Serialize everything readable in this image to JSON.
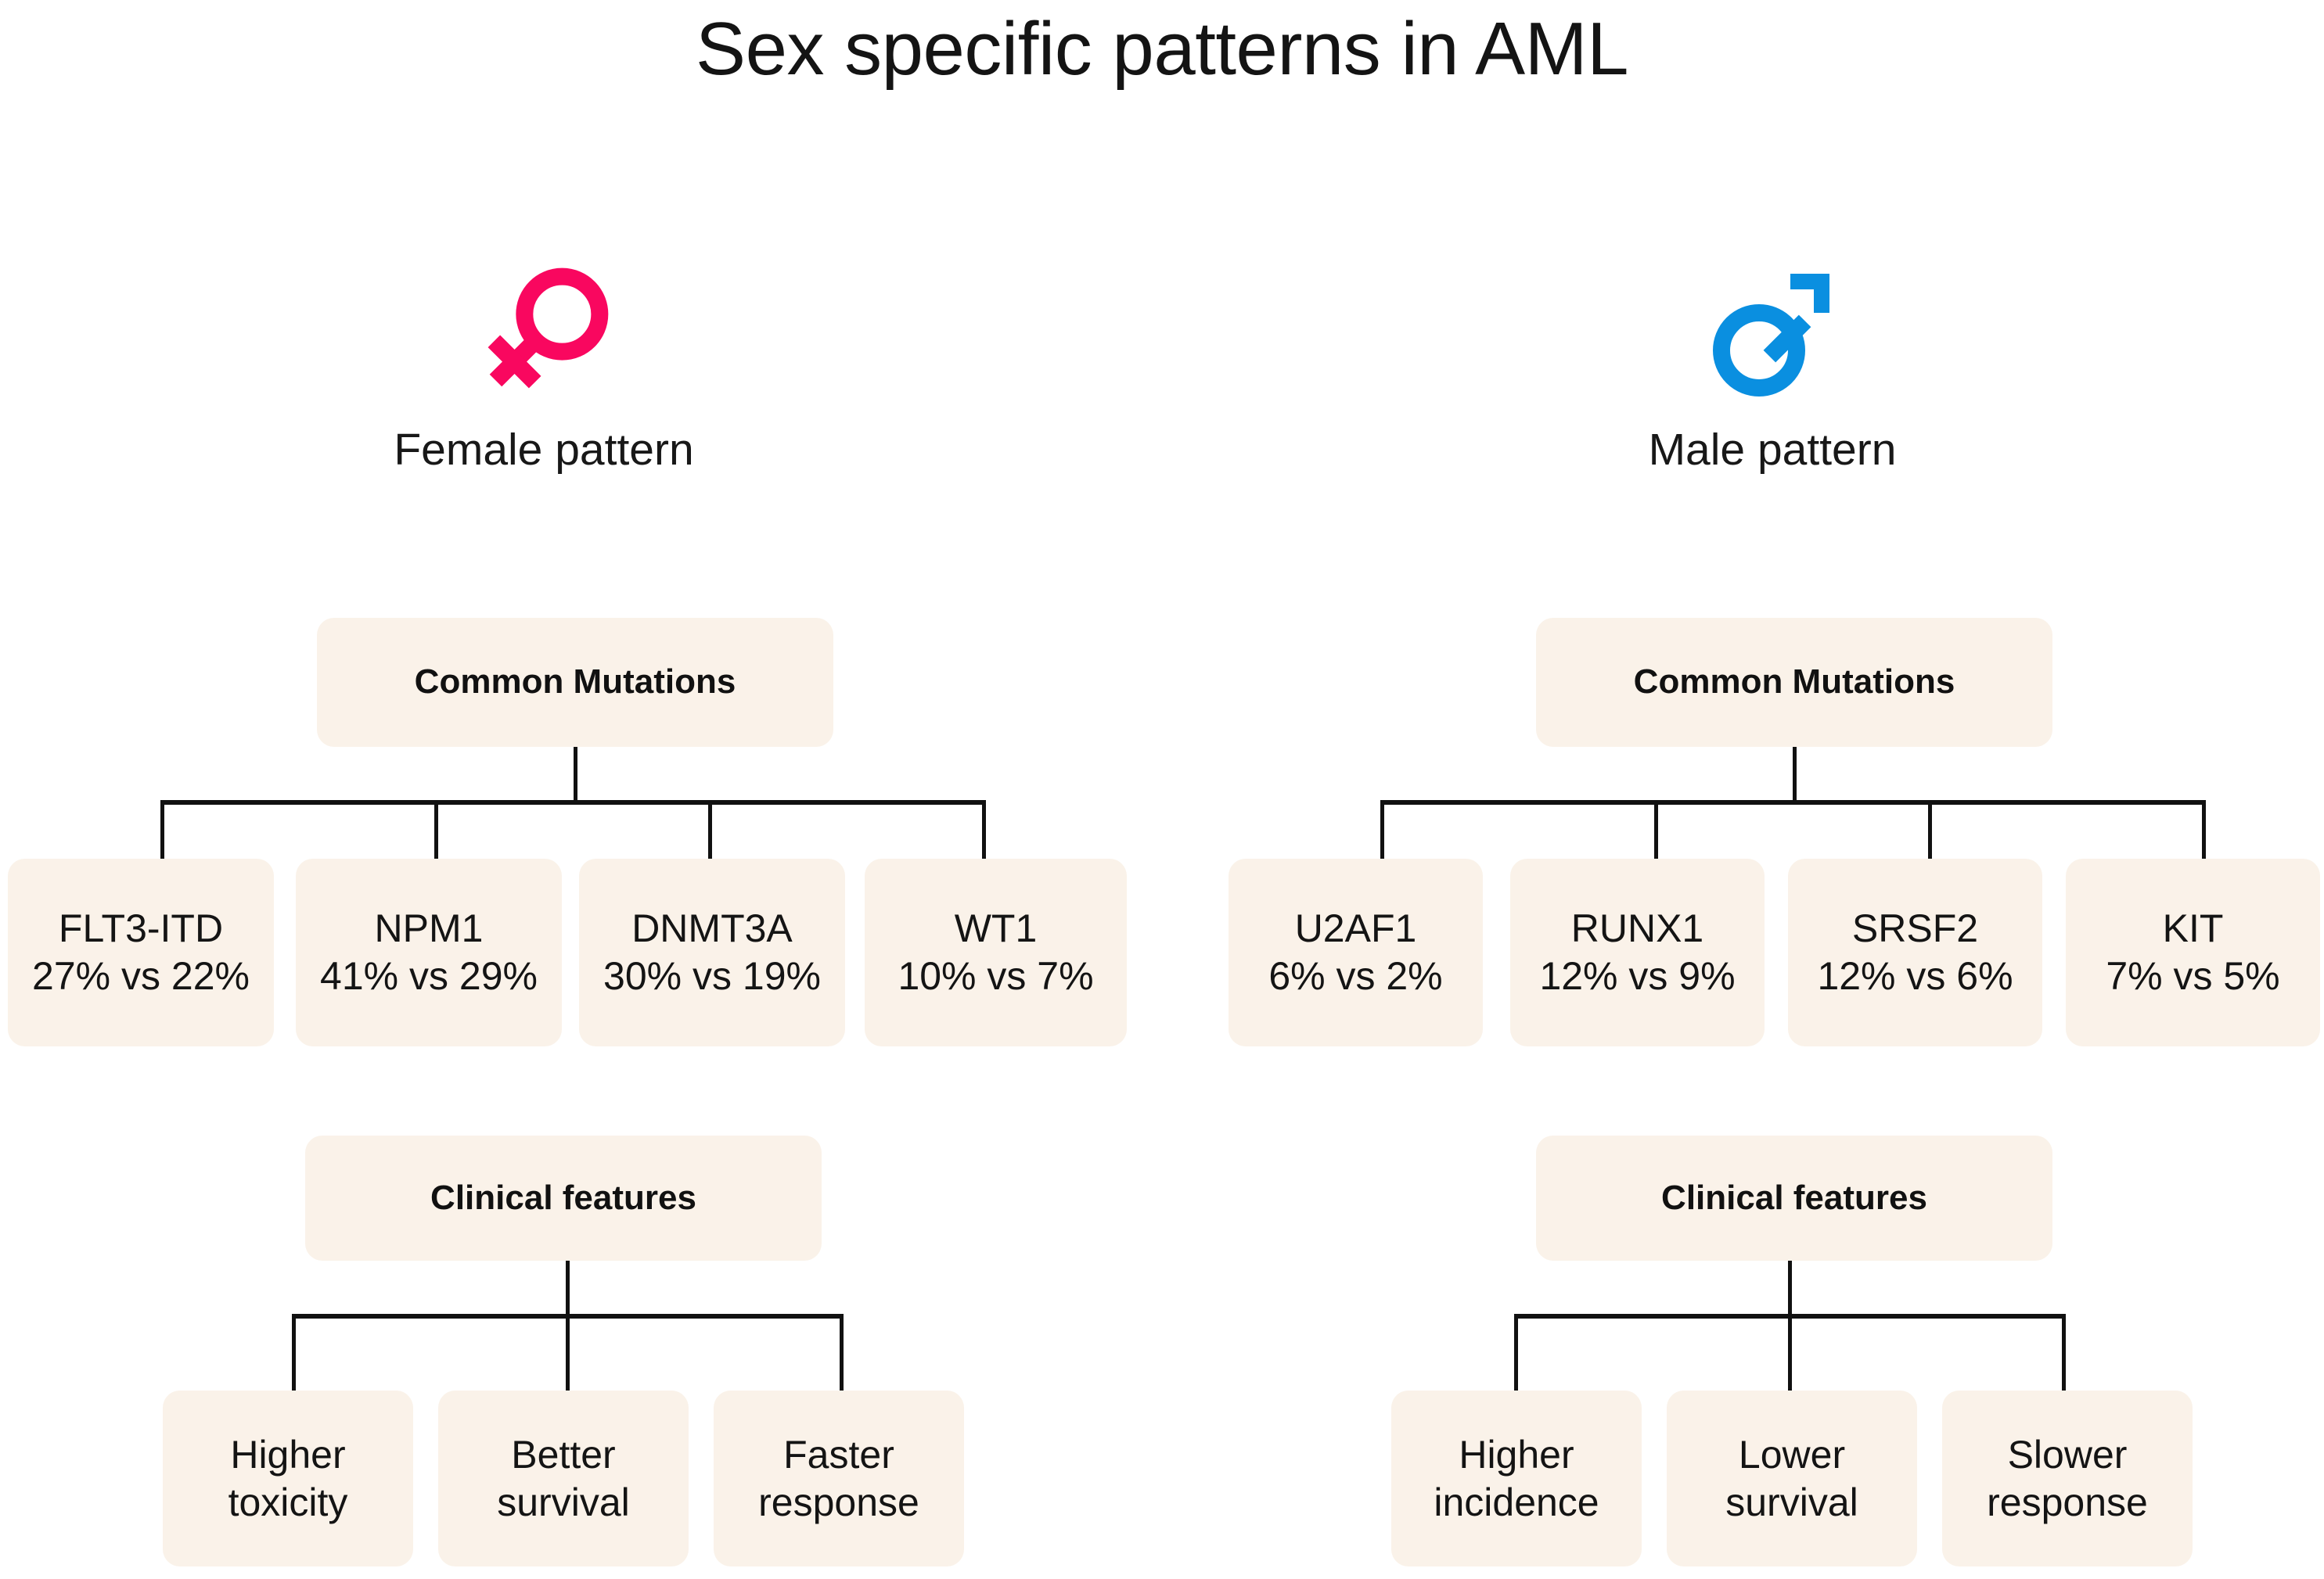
{
  "title": "Sex specific patterns in AML",
  "colors": {
    "female_symbol": "#F9075F",
    "male_symbol": "#0A8FE0",
    "node_fill": "#FAF2E9",
    "connector": "#111111",
    "background": "#FFFFFF",
    "text": "#141414"
  },
  "panels": {
    "female": {
      "symbol_icon": "venus-icon",
      "caption": "Female pattern",
      "mutations": {
        "header": "Common Mutations",
        "items": [
          {
            "gene": "FLT3-ITD",
            "comparison": "27% vs 22%"
          },
          {
            "gene": "NPM1",
            "comparison": "41% vs 29%"
          },
          {
            "gene": "DNMT3A",
            "comparison": "30% vs 19%"
          },
          {
            "gene": "WT1",
            "comparison": "10% vs 7%"
          }
        ]
      },
      "clinical": {
        "header": "Clinical features",
        "items": [
          {
            "line1": "Higher",
            "line2": "toxicity"
          },
          {
            "line1": "Better",
            "line2": "survival"
          },
          {
            "line1": "Faster",
            "line2": "response"
          }
        ]
      }
    },
    "male": {
      "symbol_icon": "mars-icon",
      "caption": "Male pattern",
      "mutations": {
        "header": "Common Mutations",
        "items": [
          {
            "gene": "U2AF1",
            "comparison": "6% vs 2%"
          },
          {
            "gene": "RUNX1",
            "comparison": "12% vs 9%"
          },
          {
            "gene": "SRSF2",
            "comparison": "12% vs 6%"
          },
          {
            "gene": "KIT",
            "comparison": "7% vs 5%"
          }
        ]
      },
      "clinical": {
        "header": "Clinical features",
        "items": [
          {
            "line1": "Higher",
            "line2": "incidence"
          },
          {
            "line1": "Lower",
            "line2": "survival"
          },
          {
            "line1": "Slower",
            "line2": "response"
          }
        ]
      }
    }
  }
}
